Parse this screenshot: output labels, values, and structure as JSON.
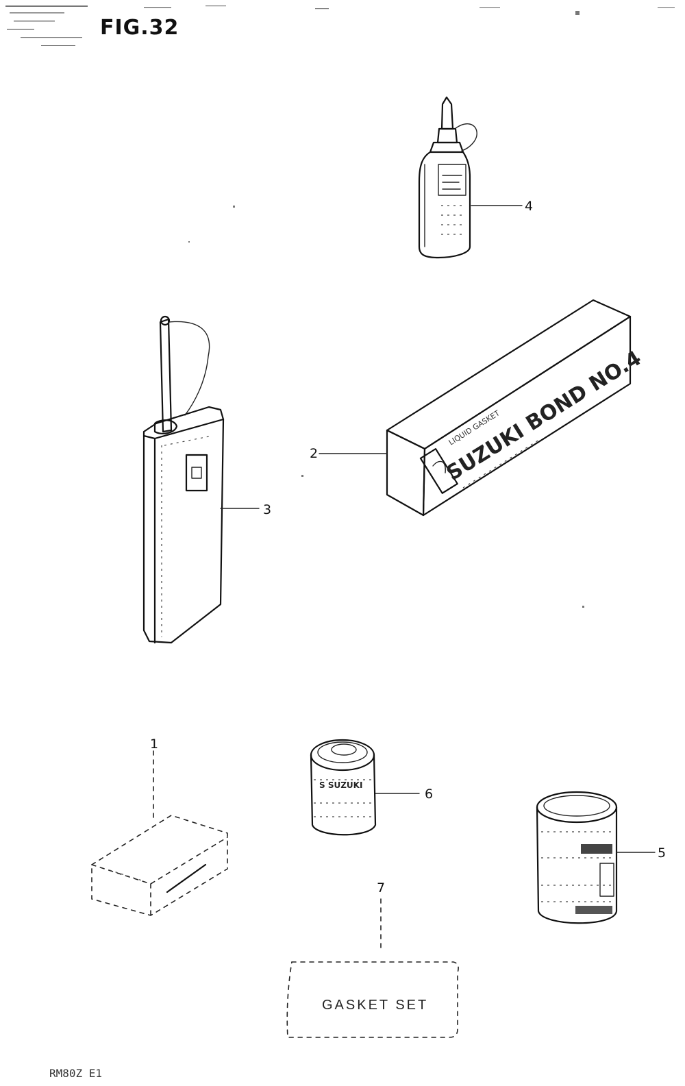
{
  "figure": {
    "title": "FIG.32"
  },
  "callouts": [
    {
      "id": "4",
      "label": "4"
    },
    {
      "id": "3",
      "label": "3"
    },
    {
      "id": "2",
      "label": "2"
    },
    {
      "id": "6",
      "label": "6"
    },
    {
      "id": "5",
      "label": "5"
    },
    {
      "id": "7",
      "label": "7"
    },
    {
      "id": "1",
      "label": "1"
    }
  ],
  "box": {
    "maker": "SUZUKI BOND NO.4",
    "label_top": "LIQUID GASKET"
  },
  "can6": {
    "brand": "S SUZUKI"
  },
  "package": {
    "label": "GASKET SET"
  },
  "footer": {
    "code": "RM80Z E1"
  },
  "colors": {
    "ink": "#111111",
    "paper": "#ffffff"
  }
}
